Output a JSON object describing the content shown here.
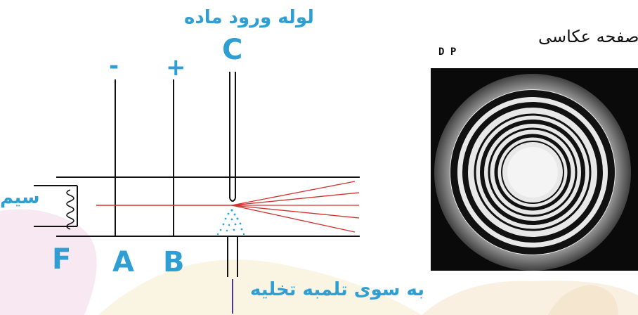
{
  "labels": {
    "title_inlet": "لوله ورود ماده",
    "letter_c": "C",
    "minus_sign": "-",
    "plus_sign": "+",
    "wire": "سیم",
    "letter_f": "F",
    "letter_a": "A",
    "letter_b": "B",
    "vacuum_pump": "به سوی تلمبه تخلیه",
    "photo_plate": "صفحه عکاسی",
    "photo_code": "D P"
  },
  "colors": {
    "label_blue": "#2f9fd3",
    "ray_red": "#d2332f",
    "line_black": "#111111",
    "vacuum_arrow": "#4b3a8c",
    "spray_blue": "#29a6df",
    "photo_bg": "#0a0a0a"
  }
}
